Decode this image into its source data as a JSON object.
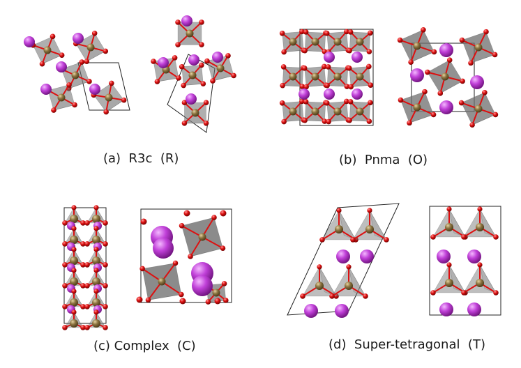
{
  "captions": {
    "a": "(a)  R3c  (R)",
    "b": "(b)  Pnma  (O)",
    "c": "(c) Complex  (C)",
    "d": "(d)  Super-tetragonal  (T)"
  },
  "colors": {
    "large_cation": "#c040d8",
    "metal": "#8b7340",
    "oxygen": "#dd1010",
    "polyhedron": "#6e6e6e",
    "cell_edge": "#222222"
  },
  "icons": {
    "large_cation": "magenta-sphere",
    "metal": "brown-sphere",
    "oxygen": "red-sphere"
  }
}
